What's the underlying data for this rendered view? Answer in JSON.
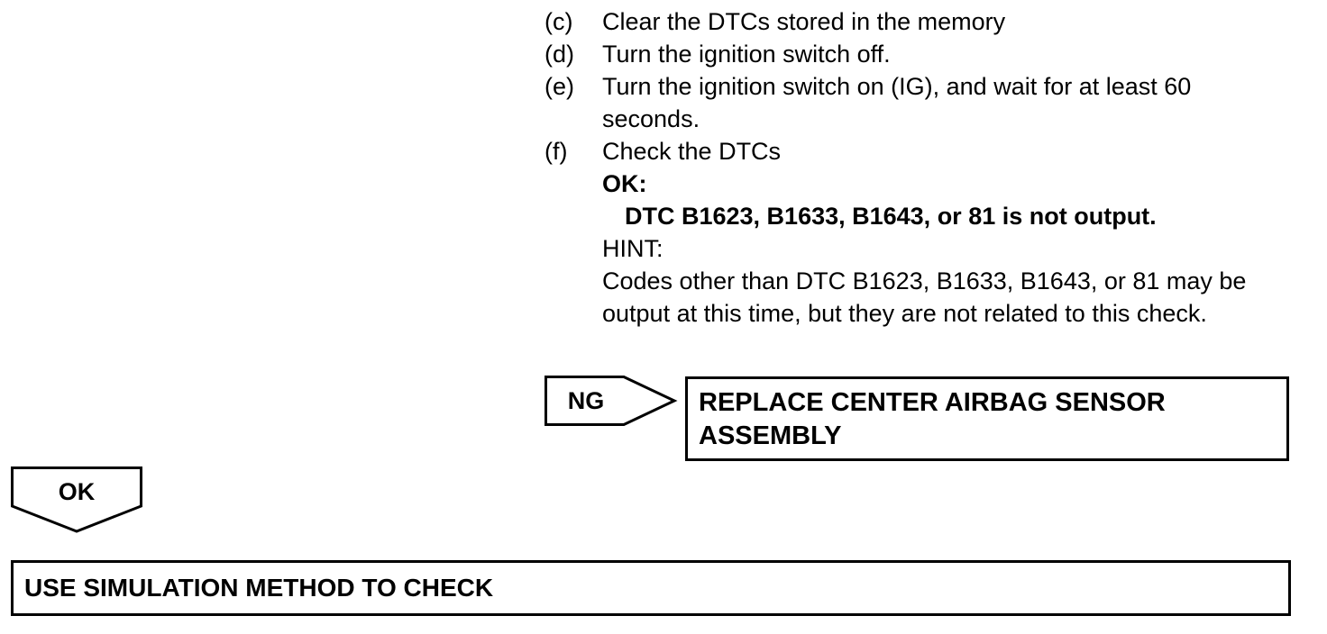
{
  "steps": [
    {
      "letter": "(c)",
      "text": "Clear the DTCs stored in the memory"
    },
    {
      "letter": "(d)",
      "text": "Turn the ignition switch off."
    },
    {
      "letter": "(e)",
      "text": "Turn the ignition switch on (IG), and wait for at least 60 seconds."
    },
    {
      "letter": "(f)",
      "text": "Check the DTCs"
    }
  ],
  "result": {
    "ok_label": "OK:",
    "ok_value": "DTC B1623, B1633, B1643, or 81 is not output.",
    "hint_label": "HINT:",
    "hint_text": "Codes other than DTC B1623, B1633, B1643, or 81 may be output at this time, but they are not related to this check."
  },
  "ng_branch": {
    "tag": "NG",
    "line1": "REPLACE CENTER AIRBAG SENSOR",
    "line2": "ASSEMBLY"
  },
  "ok_branch": {
    "tag": "OK",
    "action": "USE SIMULATION METHOD TO CHECK"
  }
}
